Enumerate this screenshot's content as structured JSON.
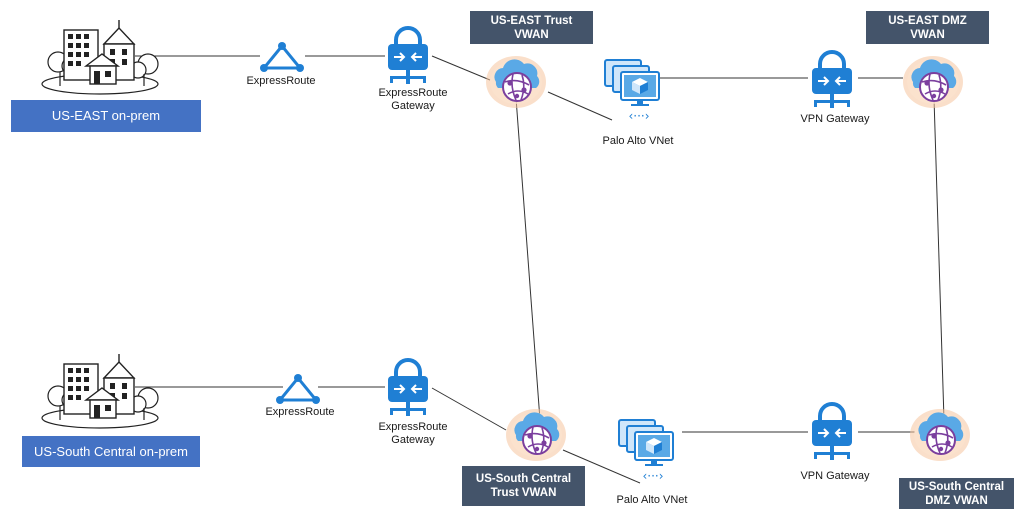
{
  "labels": {
    "er_east": "ExpressRoute",
    "er_south": "ExpressRoute",
    "ergw_east": "ExpressRoute\nGateway",
    "ergw_south": "ExpressRoute\nGateway",
    "pa_east": "Palo Alto VNet",
    "pa_south": "Palo Alto VNet",
    "vpn_east": "VPN Gateway",
    "vpn_south": "VPN Gateway"
  },
  "boxes": {
    "onprem_east": "US-EAST on-prem",
    "onprem_south": "US-South Central on-prem",
    "trust_east": "US-EAST Trust\nVWAN",
    "dmz_east": "US-EAST  DMZ\nVWAN",
    "trust_south": "US-South Central\nTrust VWAN",
    "dmz_south": "US-South Central\nDMZ VWAN"
  },
  "colors": {
    "onprem_box": "#4472c4",
    "vwan_box": "#44546a",
    "icon_blue": "#1f7fd4",
    "cloud_blue": "#5aa9e6",
    "globe_purple": "#7b3f9e",
    "halo": "#f6c59e"
  },
  "icons": {
    "building": "building-icon",
    "expressroute": "expressroute-icon",
    "gateway": "gateway-lock-icon",
    "vwan": "vwan-cloud-globe-icon",
    "vnet": "palo-alto-vnet-icon"
  }
}
